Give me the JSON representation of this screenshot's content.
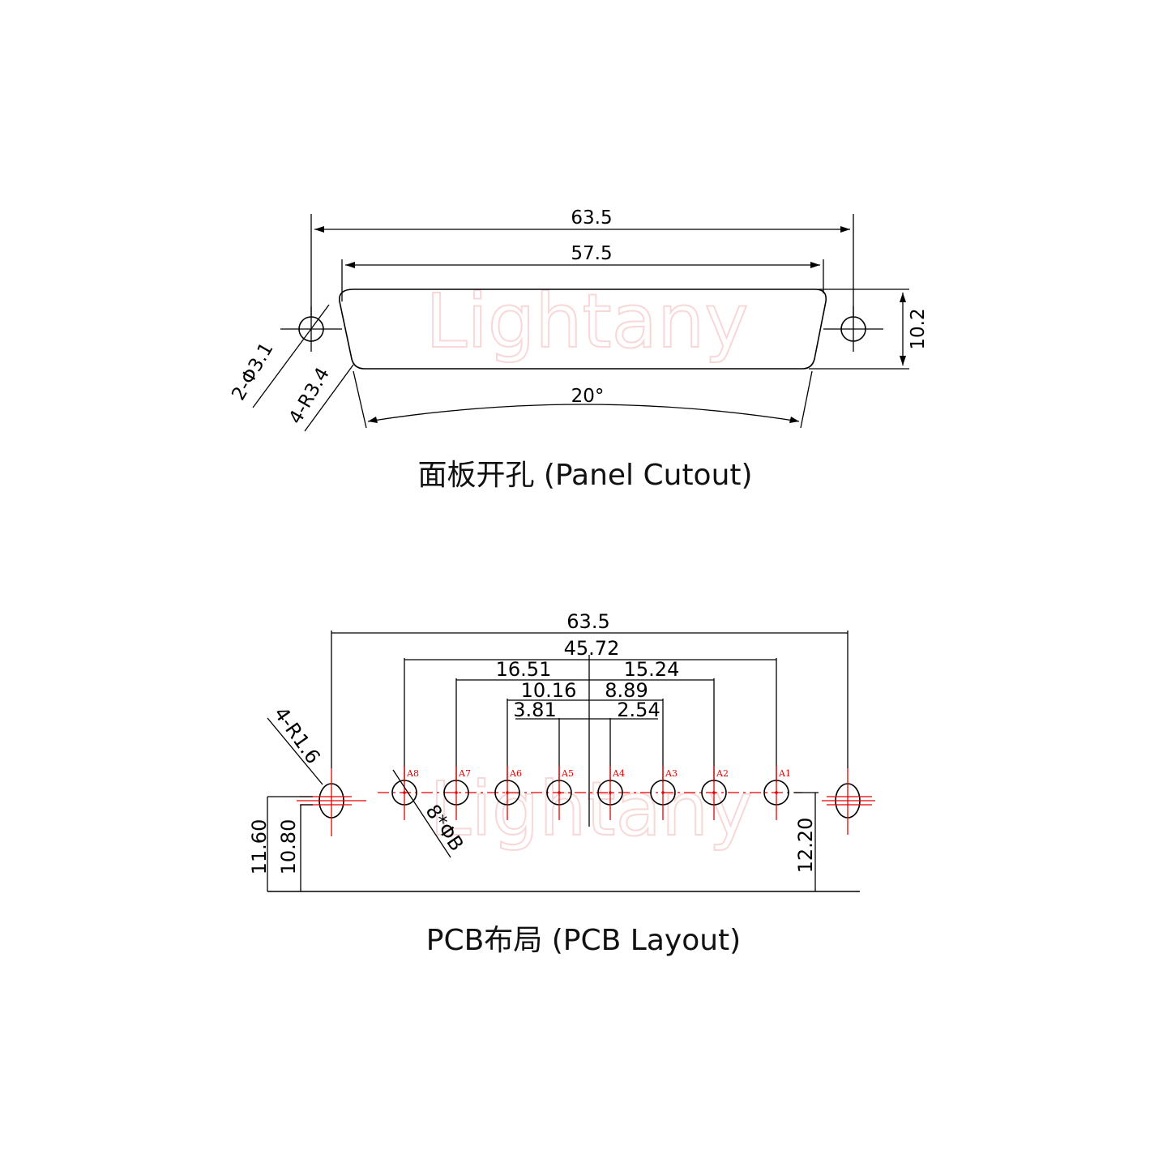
{
  "watermark": "Lightany",
  "panel": {
    "title": "面板开孔 (Panel Cutout)",
    "dims": {
      "overall_width": "63.5",
      "cutout_width": "57.5",
      "height": "10.2",
      "hole": "2-Φ3.1",
      "radius": "4-R3.4",
      "angle": "20°"
    }
  },
  "pcb": {
    "title": "PCB布局 (PCB Layout)",
    "dims": {
      "overall_width": "63.5",
      "pin_span": "45.72",
      "left_a": "16.51",
      "right_a": "15.24",
      "left_b": "10.16",
      "right_b": "8.89",
      "left_c": "3.81",
      "right_c": "2.54",
      "radius": "4-R1.6",
      "pin_hole": "8*ΦB",
      "height_a": "11.60",
      "height_b": "10.80",
      "height_c": "12.20"
    },
    "pins": [
      "A8",
      "A7",
      "A6",
      "A5",
      "A4",
      "A3",
      "A2",
      "A1"
    ]
  }
}
